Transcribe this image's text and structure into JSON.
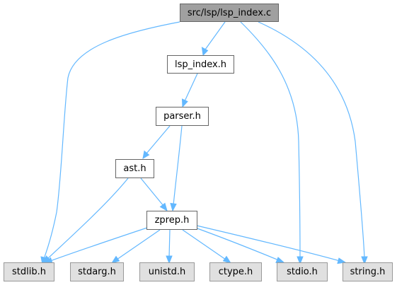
{
  "nodes": {
    "root": {
      "label": "src/lsp/lsp_index.c"
    },
    "lsp_index_h": {
      "label": "lsp_index.h"
    },
    "parser_h": {
      "label": "parser.h"
    },
    "ast_h": {
      "label": "ast.h"
    },
    "zprep_h": {
      "label": "zprep.h"
    },
    "stdlib_h": {
      "label": "stdlib.h"
    },
    "stdarg_h": {
      "label": "stdarg.h"
    },
    "unistd_h": {
      "label": "unistd.h"
    },
    "ctype_h": {
      "label": "ctype.h"
    },
    "stdio_h": {
      "label": "stdio.h"
    },
    "string_h": {
      "label": "string.h"
    }
  },
  "edges": [
    [
      "root",
      "lsp_index_h"
    ],
    [
      "root",
      "stdlib_h"
    ],
    [
      "root",
      "stdio_h"
    ],
    [
      "root",
      "string_h"
    ],
    [
      "lsp_index_h",
      "parser_h"
    ],
    [
      "parser_h",
      "ast_h"
    ],
    [
      "parser_h",
      "zprep_h"
    ],
    [
      "ast_h",
      "zprep_h"
    ],
    [
      "ast_h",
      "stdlib_h"
    ],
    [
      "zprep_h",
      "stdlib_h"
    ],
    [
      "zprep_h",
      "stdarg_h"
    ],
    [
      "zprep_h",
      "unistd_h"
    ],
    [
      "zprep_h",
      "ctype_h"
    ],
    [
      "zprep_h",
      "stdio_h"
    ],
    [
      "zprep_h",
      "string_h"
    ]
  ],
  "colors": {
    "edge": "#63b8ff",
    "root_fill": "#a0a0a0",
    "system_header_fill": "#e0e0e0"
  }
}
